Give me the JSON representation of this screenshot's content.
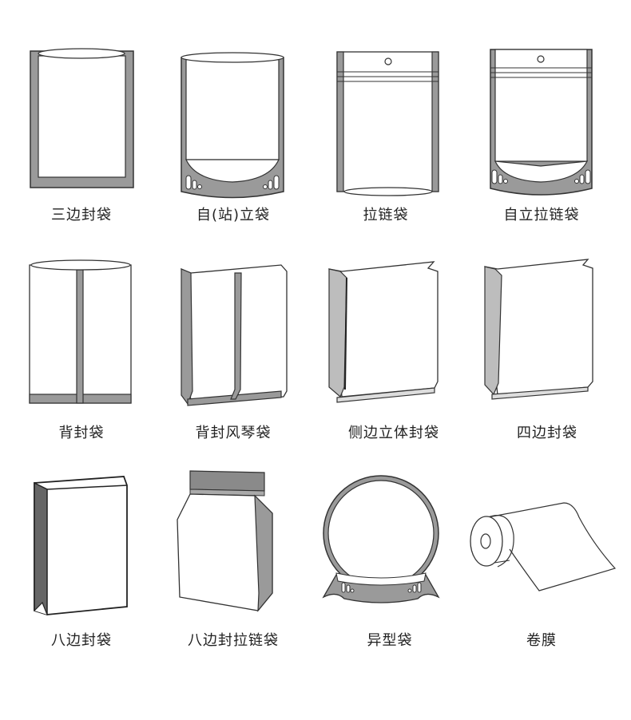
{
  "colors": {
    "seal_gray": "#9a9a9a",
    "outline": "#333333",
    "background": "#ffffff",
    "label_text": "#222222"
  },
  "bag_types": [
    {
      "label": "三边封袋",
      "icon": "three-side-seal-bag"
    },
    {
      "label": "自(站)立袋",
      "icon": "stand-up-pouch"
    },
    {
      "label": "拉链袋",
      "icon": "zipper-bag"
    },
    {
      "label": "自立拉链袋",
      "icon": "stand-up-zipper-pouch"
    },
    {
      "label": "背封袋",
      "icon": "back-seal-bag"
    },
    {
      "label": "背封风琴袋",
      "icon": "back-seal-gusset-bag"
    },
    {
      "label": "侧边立体封袋",
      "icon": "side-gusset-bag"
    },
    {
      "label": "四边封袋",
      "icon": "four-side-seal-bag"
    },
    {
      "label": "八边封袋",
      "icon": "eight-side-seal-bag"
    },
    {
      "label": "八边封拉链袋",
      "icon": "eight-side-seal-zipper-bag"
    },
    {
      "label": "异型袋",
      "icon": "shaped-pouch"
    },
    {
      "label": "卷膜",
      "icon": "roll-film"
    }
  ]
}
